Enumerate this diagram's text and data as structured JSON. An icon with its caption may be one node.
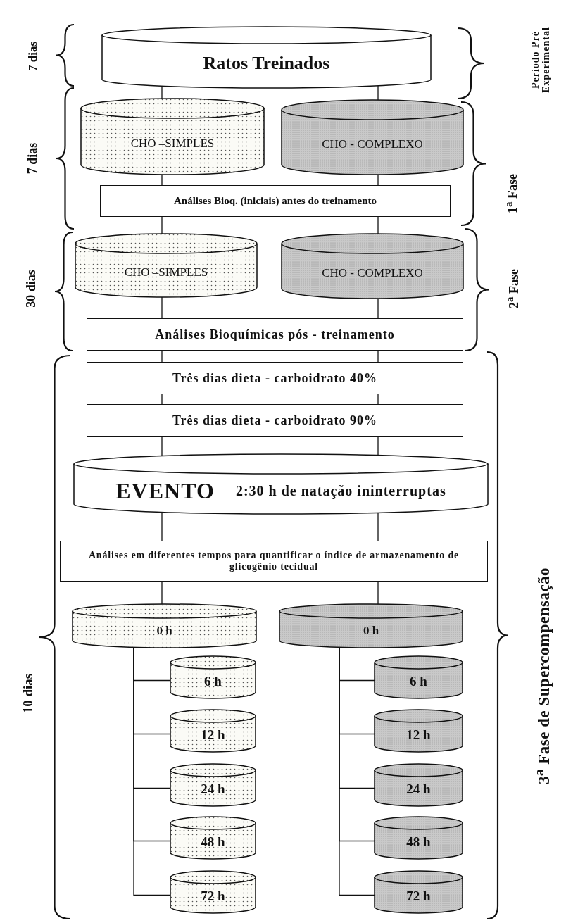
{
  "diagram": {
    "nodes": [
      {
        "text": [
          "Ratos Treinados"
        ]
      },
      {
        "text": [
          "CHO –SIMPLES"
        ]
      },
      {
        "text": [
          "CHO - COMPLEXO"
        ]
      },
      {
        "text": [
          "Análises Bioq. (iniciais) antes do treinamento"
        ]
      },
      {
        "text": [
          "CHO –SIMPLES"
        ]
      },
      {
        "text": [
          "CHO - COMPLEXO"
        ]
      },
      {
        "text": [
          "Análises Bioquímicas pós - treinamento"
        ]
      },
      {
        "text": [
          "Três dias dieta - carboidrato 40%"
        ]
      },
      {
        "text": [
          "Três dias dieta - carboidrato 90%"
        ]
      },
      {
        "text": [
          "EVENTO",
          "2:30 h de natação ininterruptas"
        ]
      },
      {
        "text": [
          "Análises em diferentes tempos para quantificar o índice de armazenamento de glicogênio tecidual"
        ]
      },
      {
        "text": [
          "0 h"
        ]
      },
      {
        "text": [
          "6 h"
        ]
      },
      {
        "text": [
          "12 h"
        ]
      },
      {
        "text": [
          "24 h"
        ]
      },
      {
        "text": [
          "48 h"
        ]
      },
      {
        "text": [
          "72 h"
        ]
      },
      {
        "text": [
          "0 h"
        ]
      },
      {
        "text": [
          "6 h"
        ]
      },
      {
        "text": [
          "12 h"
        ]
      },
      {
        "text": [
          "24 h"
        ]
      },
      {
        "text": [
          "48 h"
        ]
      },
      {
        "text": [
          "72 h"
        ]
      }
    ],
    "edges": [
      {
        "from": 0,
        "to": 1,
        "arrow": "none"
      },
      {
        "from": 0,
        "to": 2,
        "arrow": "none"
      },
      {
        "from": 1,
        "to": 3,
        "arrow": "none"
      },
      {
        "from": 2,
        "to": 3,
        "arrow": "none"
      },
      {
        "from": 3,
        "to": 4,
        "arrow": "none"
      },
      {
        "from": 3,
        "to": 5,
        "arrow": "none"
      },
      {
        "from": 4,
        "to": 6,
        "arrow": "none"
      },
      {
        "from": 5,
        "to": 6,
        "arrow": "none"
      },
      {
        "from": 6,
        "to": 7,
        "arrow": "none"
      },
      {
        "from": 6,
        "to": 7,
        "arrow": "none"
      },
      {
        "from": 7,
        "to": 8,
        "arrow": "none"
      },
      {
        "from": 7,
        "to": 8,
        "arrow": "none"
      },
      {
        "from": 8,
        "to": 9,
        "arrow": "none"
      },
      {
        "from": 8,
        "to": 9,
        "arrow": "none"
      },
      {
        "from": 9,
        "to": 10,
        "arrow": "none"
      },
      {
        "from": 9,
        "to": 10,
        "arrow": "none"
      },
      {
        "from": 10,
        "to": 11,
        "arrow": "none"
      },
      {
        "from": 10,
        "to": 17,
        "arrow": "none"
      },
      {
        "from": 11,
        "to": 12,
        "arrow": "none"
      },
      {
        "from": 11,
        "to": 13,
        "arrow": "none"
      },
      {
        "from": 11,
        "to": 14,
        "arrow": "none"
      },
      {
        "from": 11,
        "to": 15,
        "arrow": "none"
      },
      {
        "from": 11,
        "to": 16,
        "arrow": "none"
      },
      {
        "from": 17,
        "to": 18,
        "arrow": "none"
      },
      {
        "from": 17,
        "to": 19,
        "arrow": "none"
      },
      {
        "from": 17,
        "to": 20,
        "arrow": "none"
      },
      {
        "from": 17,
        "to": 21,
        "arrow": "none"
      },
      {
        "from": 17,
        "to": 22,
        "arrow": "none"
      }
    ],
    "labels": [
      "7 dias",
      "7 dias",
      "30 dias",
      "10 dias",
      "Período Pré Experimental",
      "1$^{a}$ Fase",
      "2$^{a}$ Fase",
      "3$^{a}$ Fase de Supercompensação"
    ]
  }
}
